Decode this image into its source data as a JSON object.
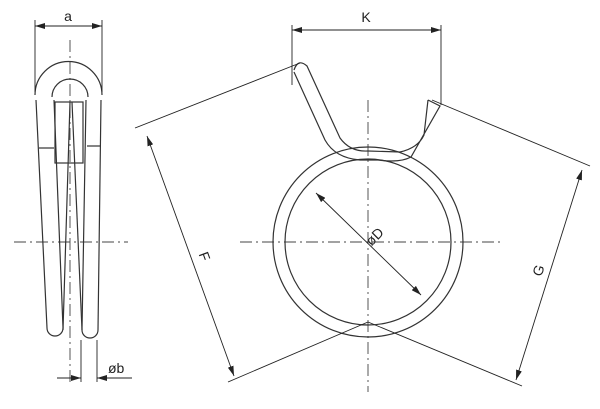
{
  "labels": {
    "a": "a",
    "b": "øb",
    "K": "K",
    "D": "øD",
    "F": "F",
    "G": "G"
  },
  "colors": {
    "line": "#333333",
    "background": "#ffffff"
  }
}
